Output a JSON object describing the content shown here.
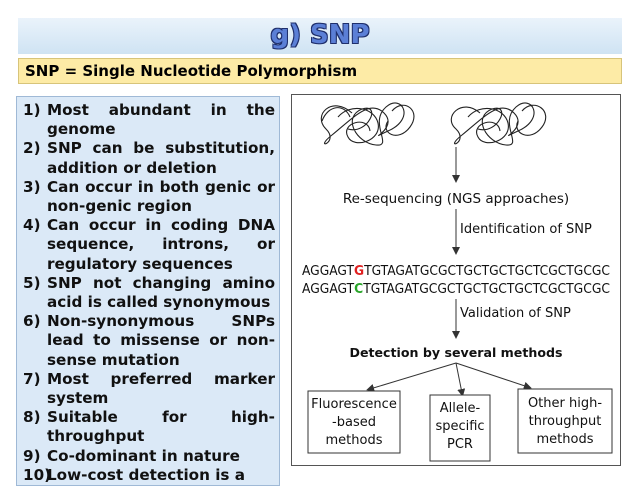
{
  "title": "g) SNP",
  "definition": "SNP = Single Nucleotide Polymorphism",
  "points": [
    {
      "num": "1)",
      "text": "Most abundant in the genome"
    },
    {
      "num": "2)",
      "text": "SNP can be substitution, addition or deletion"
    },
    {
      "num": "3)",
      "text": "Can occur in both genic or non-genic region"
    },
    {
      "num": "4)",
      "text": "Can occur in coding DNA sequence, introns, or regulatory sequences"
    },
    {
      "num": "5)",
      "text": "SNP not changing amino acid is called synonymous"
    },
    {
      "num": "6)",
      "text": "Non-synonymous SNPs lead to missense or non-sense mutation"
    },
    {
      "num": "7)",
      "text": "Most preferred marker system"
    },
    {
      "num": "8)",
      "text": "Suitable for high-throughput"
    },
    {
      "num": "9)",
      "text": "Co-dominant in nature"
    },
    {
      "num": "10)",
      "text": "Low-cost detection is a"
    }
  ],
  "diagram": {
    "resequencing": "Re-sequencing (NGS approaches)",
    "identification": "Identification of SNP",
    "seq1": {
      "pre": "AGGAGT",
      "snp": "G",
      "post": "TGTAGATGCGCTGCTGCTGCTCGCTGCGC",
      "snp_color": "#e02020"
    },
    "seq2": {
      "pre": "AGGAGT",
      "snp": "C",
      "post": "TGTAGATGCGCTGCTGCTGCTCGCTGCGC",
      "snp_color": "#2aa52a"
    },
    "validation": "Validation of SNP",
    "detection": "Detection by several methods",
    "methods": {
      "m1": [
        "Fluorescence",
        "-based",
        "methods"
      ],
      "m2": [
        "Allele-",
        "specific",
        "PCR"
      ],
      "m3": [
        "Other high-",
        "throughput",
        "methods"
      ]
    }
  }
}
